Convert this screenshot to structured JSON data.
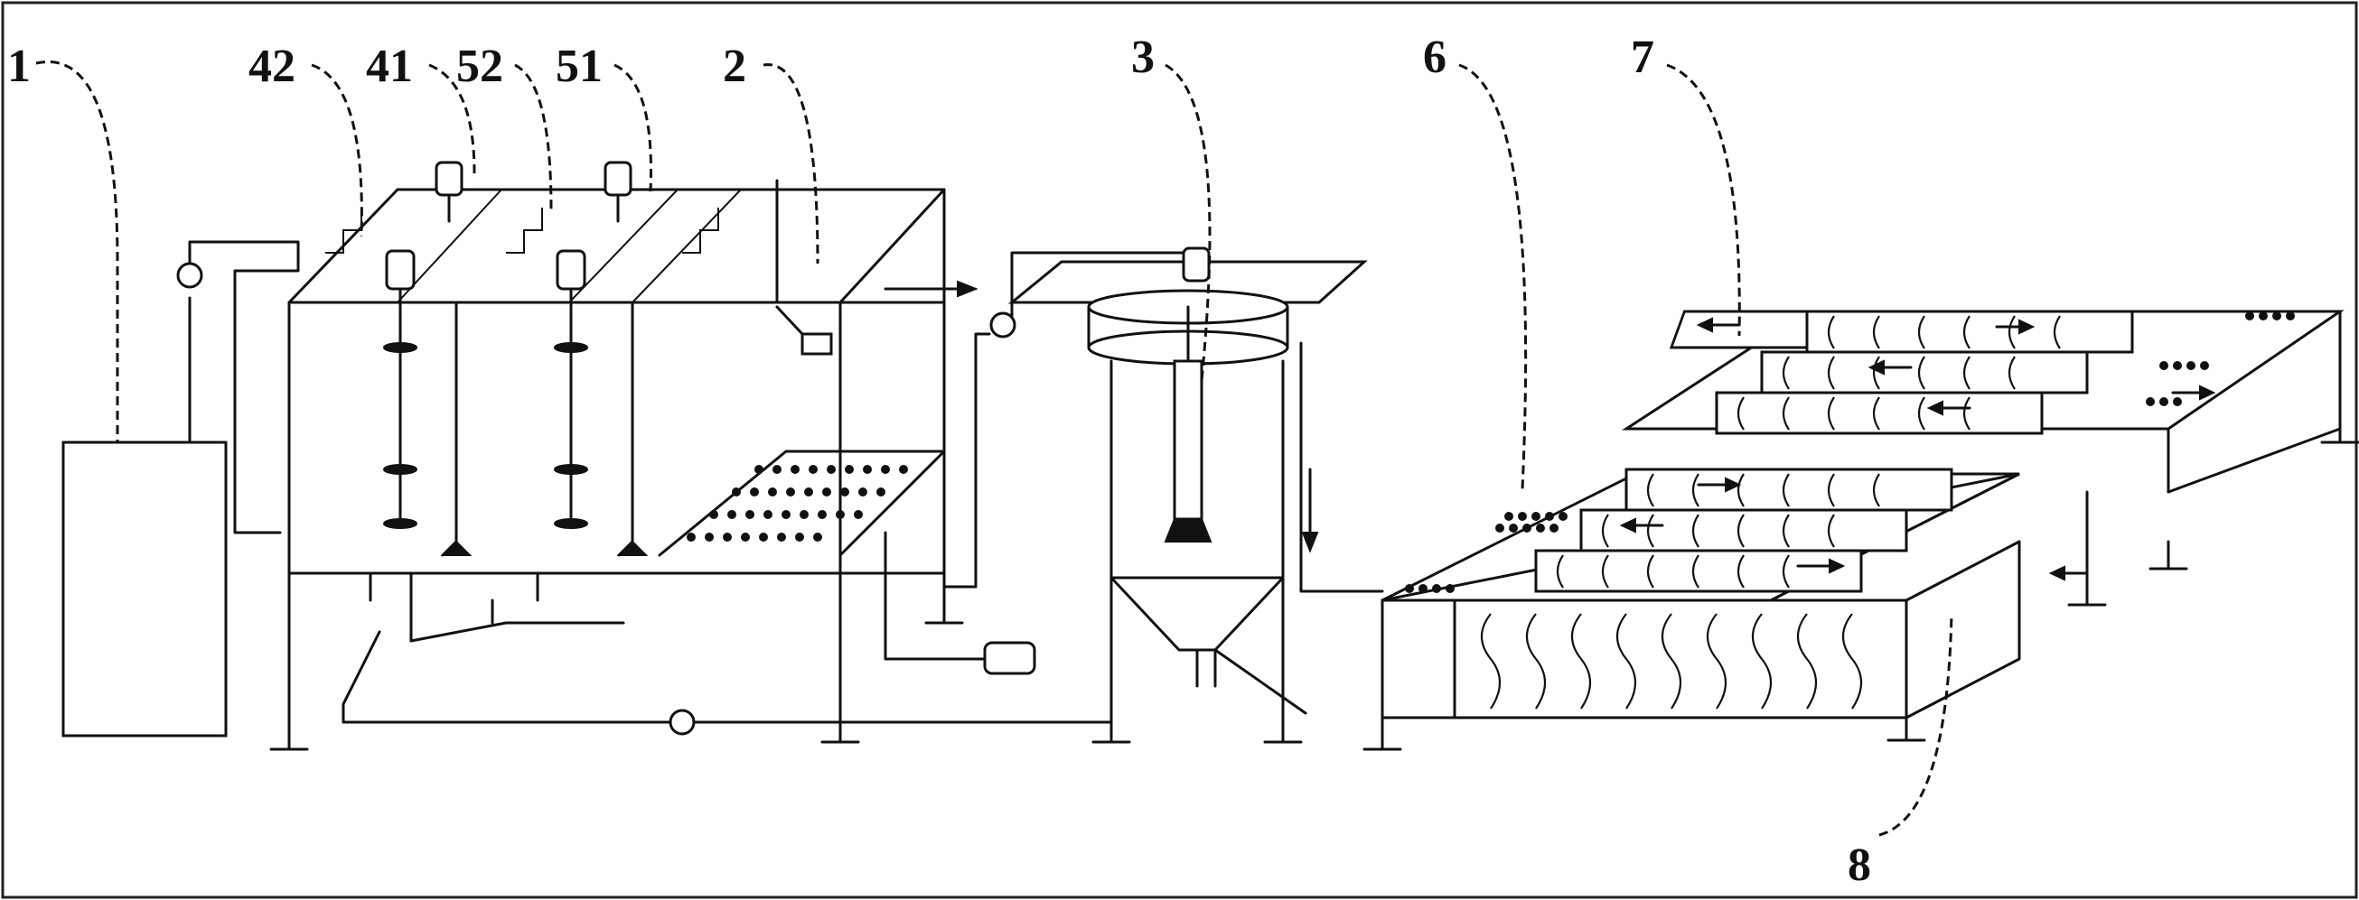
{
  "labels": {
    "l1": "1",
    "l42": "42",
    "l41": "41",
    "l52": "52",
    "l51": "51",
    "l2": "2",
    "l3": "3",
    "l6": "6",
    "l7": "7",
    "l8": "8"
  }
}
